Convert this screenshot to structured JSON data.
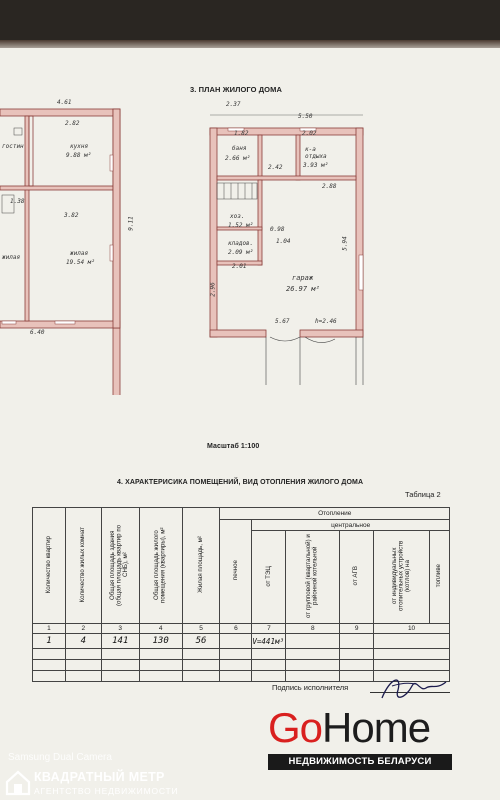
{
  "header": {
    "section3_title": "3. ПЛАН ЖИЛОГО ДОМА",
    "scale": "Масштаб 1:100",
    "section4_title": "4. ХАРАКТЕРИСИКА ПОМЕЩЕНИЙ, ВИД ОТОПЛЕНИЯ ЖИЛОГО ДОМА",
    "table_caption": "Таблица 2"
  },
  "plan_left": {
    "dim_top": "4.61",
    "dim_right": "9.11",
    "dim_bottom": "6.40",
    "dim_room1": "2.82",
    "dim_room2": "3.82",
    "dim_room3": "1.38",
    "room_kitchen": "кухня",
    "room_kitchen_area": "9.88 м²",
    "room_living": "жилая",
    "room_living_area": "19.54 м²",
    "room_left1": "гостин",
    "room_left2": "жилая"
  },
  "plan_right": {
    "dim_top": "5.50",
    "dim_top_left": "2.37",
    "dim_top_right": "2.02",
    "dim_bath": "1.82",
    "dim_vest": "2.42",
    "room_bath": "баня",
    "room_bath_area": "2.66 м²",
    "room_rest": "к-а отдыха",
    "room_rest_area": "3.93 м²",
    "room_utility": "хоз.",
    "room_utility_area": "1.52 м²",
    "room_storage": "кладов.",
    "room_storage_area": "2.09 м²",
    "dim_mid": "2.88",
    "dim_mid2": "1.04",
    "room_garage": "гараж",
    "room_garage_area": "26.97 м²",
    "dim_side_left": "2.96",
    "dim_side_right": "5.94",
    "dim_bottom": "5.67",
    "dim_height": "h=2.46",
    "dim_small": "2.01",
    "dim_small2": "0.98"
  },
  "table": {
    "headers": {
      "col1": "Количество квартир",
      "col2": "Количество жилых комнат",
      "col3": "Общая площадь здания (общая площадь квартир по СНБ), м²",
      "col4": "Общая площадь жилого помещения (квартиры), м²",
      "col5": "Жилая площадь, м²",
      "heating": "Отопление",
      "col6": "печное",
      "central": "центральное",
      "col7": "от ТЭЦ",
      "col8": "от групповой (квартальной) и районной котельной",
      "col9": "от АГВ",
      "col10": "от индивидуальных отопительных устройств (котлов) на",
      "col11": "топливе"
    },
    "numbers": [
      "1",
      "2",
      "3",
      "4",
      "5",
      "6",
      "7",
      "8",
      "9",
      "10"
    ],
    "row": {
      "c1": "1",
      "c2": "4",
      "c3": "141",
      "c4": "130",
      "c5": "56",
      "c7": "V=441м³"
    }
  },
  "signature": {
    "label": "Подпись исполнителя"
  },
  "branding": {
    "go": "Go",
    "home": "Home",
    "tagline": "НЕДВИЖИМОСТЬ БЕЛАРУСИ",
    "camera": "Samsung Dual Camera",
    "agency_name": "КВАДРАТНЫЙ МЕТР",
    "agency_sub": "АГЕНТСТВО НЕДВИЖИМОСТИ"
  },
  "colors": {
    "wall_fill": "#e8c2bb",
    "wall_stroke": "#8a3e3a",
    "go_red": "#d9201f"
  }
}
